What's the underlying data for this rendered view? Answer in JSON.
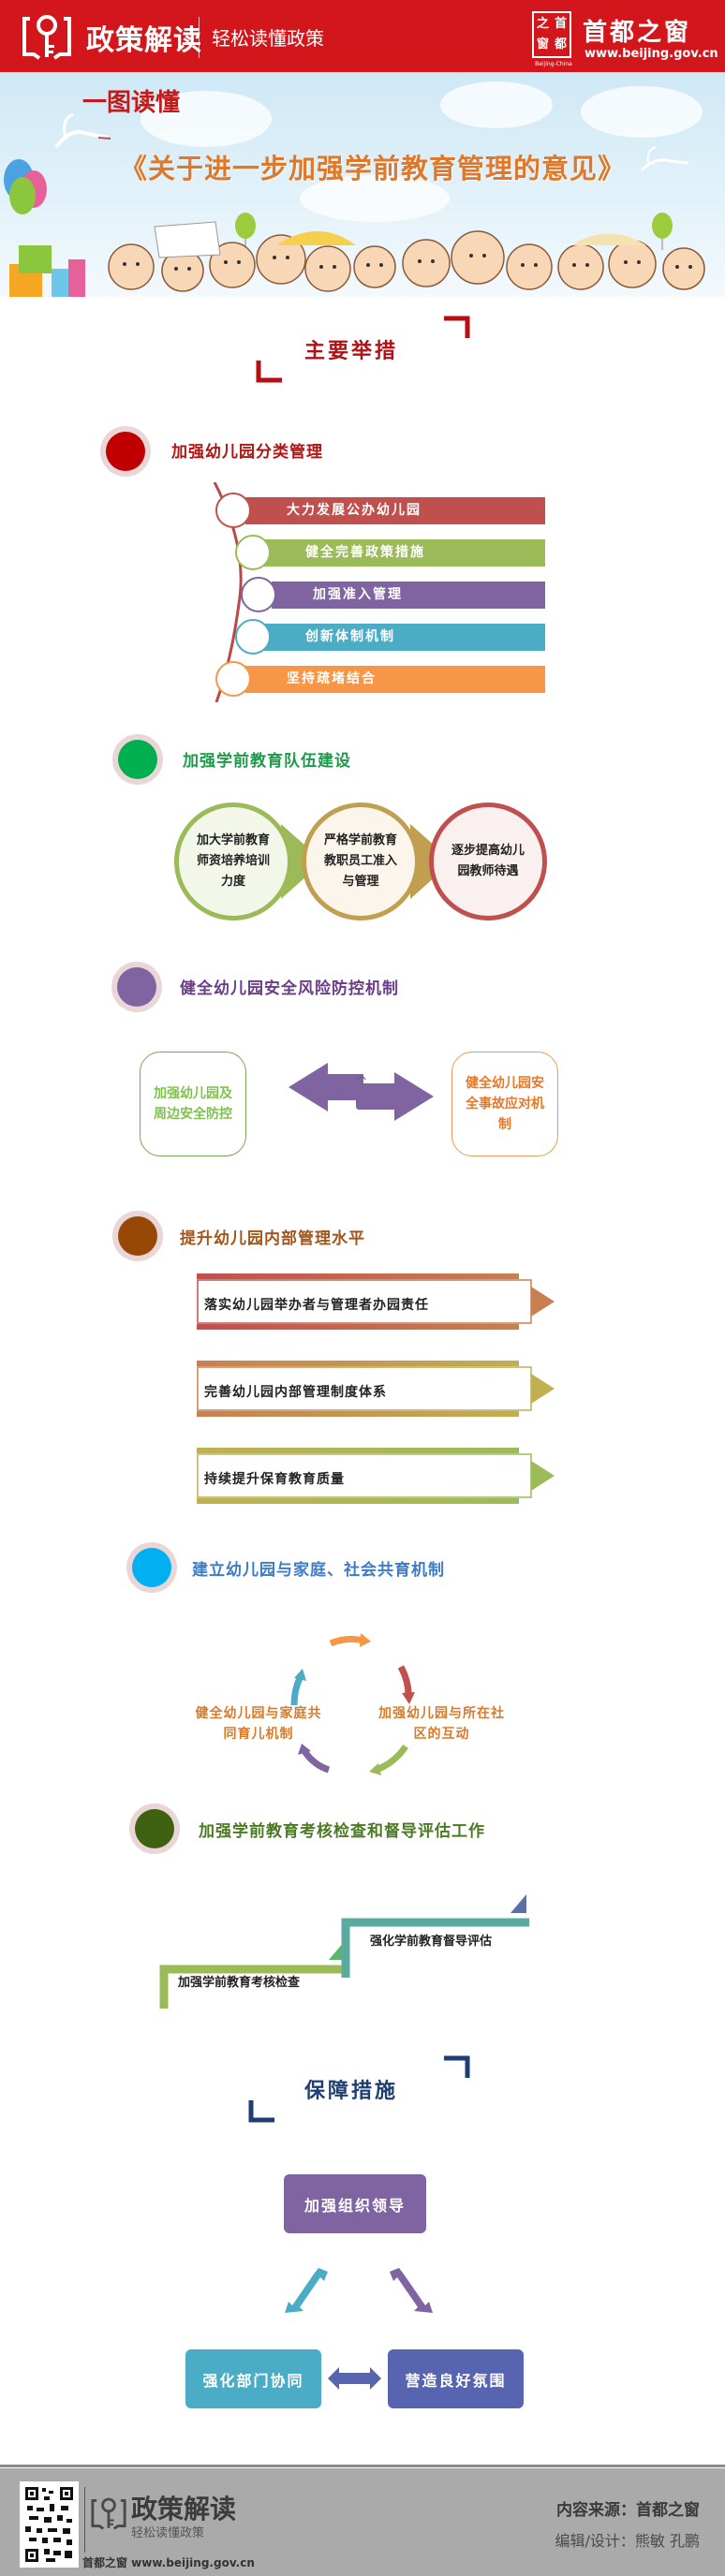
{
  "header": {
    "title": "政策解读",
    "subtitle": "轻松读懂政策",
    "seal_chars": [
      "之",
      "首",
      "窗",
      "都"
    ],
    "seal_caption": "Beijing-China",
    "brand": "首都之窗",
    "url": "www.beijing.gov.cn",
    "bg_color": "#D3161B"
  },
  "banner": {
    "kicker": "一图读懂",
    "title": "《关于进一步加强学前教育管理的意见》"
  },
  "main_measures": {
    "title": "主要举措",
    "sections": [
      {
        "title": "加强幼儿园分类管理",
        "color": "#C00000",
        "items": [
          {
            "label": "大力发展公办幼儿园",
            "color": "#C0504D"
          },
          {
            "label": "健全完善政策措施",
            "color": "#9BBB59"
          },
          {
            "label": "加强准入管理",
            "color": "#8064A2"
          },
          {
            "label": "创新体制机制",
            "color": "#4BACC6"
          },
          {
            "label": "坚持疏堵结合",
            "color": "#F79646"
          }
        ]
      },
      {
        "title": "加强学前教育队伍建设",
        "color": "#00B050",
        "items": [
          {
            "label": "加大学前教育师资培养培训力度",
            "color": "#9BBB59"
          },
          {
            "label": "严格学前教育教职员工准入与管理",
            "color": "#C0A050"
          },
          {
            "label": "逐步提高幼儿园教师待遇",
            "color": "#C0504D"
          }
        ]
      },
      {
        "title": "健全幼儿园安全风险防控机制",
        "color": "#8064A2",
        "items": [
          {
            "label": "加强幼儿园及周边安全防控",
            "color": "#92D050"
          },
          {
            "label": "健全幼儿园安全事故应对机制",
            "color": "#F79646"
          }
        ]
      },
      {
        "title": "提升幼儿园内部管理水平",
        "color": "#974706",
        "items": [
          {
            "label": "落实幼儿园举办者与管理者办园责任",
            "color": "#C0504D"
          },
          {
            "label": "完善幼儿园内部管理制度体系",
            "color": "#C0A050"
          },
          {
            "label": "持续提升保育教育质量",
            "color": "#9BBB59"
          }
        ]
      },
      {
        "title": "建立幼儿园与家庭、社会共育机制",
        "color": "#00B0F0",
        "items": [
          {
            "label": "健全幼儿园与家庭共同育儿机制"
          },
          {
            "label": "加强幼儿园与所在社区的互动"
          }
        ]
      },
      {
        "title": "加强学前教育考核检查和督导评估工作",
        "color": "#3F6212",
        "items": [
          {
            "label": "加强学前教育考核检查",
            "color": "#9BBB59"
          },
          {
            "label": "强化学前教育督导评估",
            "color": "#5BAAA0"
          }
        ]
      }
    ]
  },
  "guarantee": {
    "title": "保障措施",
    "items": [
      {
        "label": "加强组织领导",
        "color": "#8064A2"
      },
      {
        "label": "强化部门协同",
        "color": "#4BACC6"
      },
      {
        "label": "营造良好氛围",
        "color": "#5764B0"
      }
    ]
  },
  "footer": {
    "title": "政策解读",
    "subtitle": "轻松读懂政策",
    "url_line": "首都之窗 www.beijing.gov.cn",
    "source": "内容来源：首都之窗",
    "editors": "编辑/设计：熊敏 孔鹏"
  }
}
